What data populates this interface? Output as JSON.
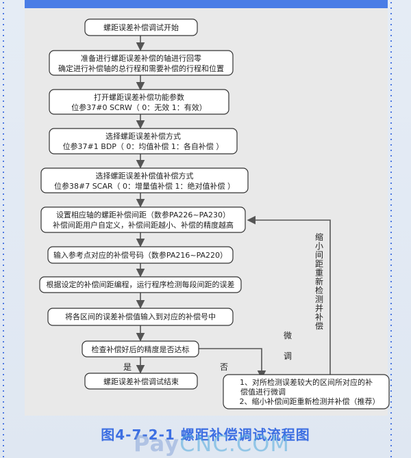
{
  "diagram": {
    "steps": [
      {
        "id": "start",
        "lines": [
          "螺距误差补偿调试开始"
        ]
      },
      {
        "id": "home",
        "lines": [
          "准备进行螺距误差补偿的轴进行回零",
          "确定进行补偿轴的总行程和需要补偿的行程和位置"
        ]
      },
      {
        "id": "enable",
        "lines": [
          "打开螺距误差补偿功能参数",
          "位参37#0  SCRW（ 0：无效  1：有效）"
        ]
      },
      {
        "id": "mode",
        "lines": [
          "选择螺距误差补偿方式",
          "位参37#1  BDP（ 0：均值补偿  1：各自补偿 ）"
        ]
      },
      {
        "id": "value-mode",
        "lines": [
          "选择螺距误差补偿值补偿方式",
          "位参38#7  SCAR（ 0：增量值补偿  1：绝对值补偿 ）"
        ]
      },
      {
        "id": "interval",
        "lines": [
          "设置相应轴的螺距补偿间距（数参PA226~PA230）",
          "补偿间距用户自定义，补偿间距越小、补偿的精度越高"
        ]
      },
      {
        "id": "ref-number",
        "lines": [
          "输入参考点对应的补偿号码（数参PA216~PA220）"
        ]
      },
      {
        "id": "program",
        "lines": [
          "根据设定的补偿间距编程，运行程序检测每段间距的误差"
        ]
      },
      {
        "id": "input",
        "lines": [
          "将各区间的误差补偿值输入到对应的补偿号中"
        ]
      },
      {
        "id": "check",
        "lines": [
          "检查补偿好后的精度是否达标"
        ]
      },
      {
        "id": "end",
        "lines": [
          "螺距误差补偿调试结束"
        ]
      },
      {
        "id": "adjust",
        "lines": [
          "1、对所检测误差较大的区间所对应的补",
          "偿值进行微调",
          "2、缩小补偿间距重新检测并补偿（推荐）"
        ]
      }
    ],
    "labels": {
      "yes": "是",
      "no": "否",
      "fine_tune": [
        "微",
        "调"
      ],
      "shrink_recheck": [
        "缩",
        "小",
        "间",
        "距",
        "重",
        "新",
        "检",
        "测",
        "并",
        "补",
        "偿"
      ]
    }
  },
  "caption": "图4-7-2-1  螺距补偿调试流程图",
  "watermark": {
    "brand": "Pay",
    "suffix": "CNC.COM"
  },
  "colors": {
    "panel": "#e9e9e9",
    "box_fill": "#ffffff",
    "box_stroke": "#333333",
    "arrow": "#555555",
    "caption": "#3d6fe2"
  }
}
